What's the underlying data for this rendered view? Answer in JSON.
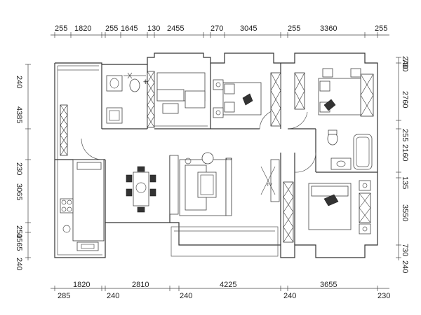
{
  "dimensions": {
    "top_row1": [
      "255",
      "1820",
      "255",
      "1645",
      "130",
      "2455",
      "270",
      "3045",
      "255",
      "3360",
      "255"
    ],
    "bottom_row1": [
      "1820",
      "2810",
      "4225",
      "3655"
    ],
    "bottom_row2": [
      "285",
      "240",
      "240",
      "240",
      "230"
    ],
    "left": [
      "240",
      "4385",
      "230",
      "3065",
      "250",
      "1565",
      "240"
    ],
    "right": [
      "240",
      "730",
      "2760",
      "255",
      "2160",
      "135",
      "3550",
      "730",
      "240"
    ]
  },
  "room_labels": {
    "tv_mark": "TV"
  }
}
